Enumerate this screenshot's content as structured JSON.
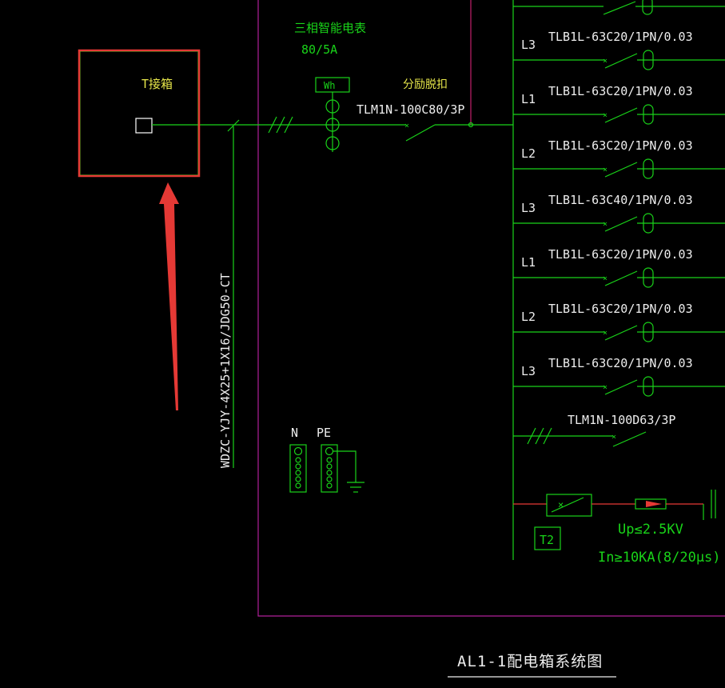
{
  "colors": {
    "background": "#000000",
    "wire": "#19d319",
    "label_yellow": "#e6e64a",
    "frame_magenta": "#b0209a",
    "highlight_red": "#e53935",
    "title_white": "#eeeeee"
  },
  "incoming": {
    "t_box_label": "T接箱",
    "cable_label": "WDZC-YJY-4X25+1X16/JDG50-CT"
  },
  "meter": {
    "name": "三相智能电表",
    "rating": "80/5A",
    "symbol": "Wh"
  },
  "main_breaker": {
    "label": "分励脱扣",
    "model": "TLM1N-100C80/3P"
  },
  "branches": [
    {
      "phase": "L3",
      "model": "TLB1L-63C20/1PN/0.03"
    },
    {
      "phase": "L1",
      "model": "TLB1L-63C20/1PN/0.03"
    },
    {
      "phase": "L2",
      "model": "TLB1L-63C20/1PN/0.03"
    },
    {
      "phase": "L3",
      "model": "TLB1L-63C40/1PN/0.03"
    },
    {
      "phase": "L1",
      "model": "TLB1L-63C20/1PN/0.03"
    },
    {
      "phase": "L2",
      "model": "TLB1L-63C20/1PN/0.03"
    },
    {
      "phase": "L3",
      "model": "TLB1L-63C20/1PN/0.03"
    }
  ],
  "spare_branch": {
    "model": "TLM1N-100D63/3P"
  },
  "surge": {
    "tag": "T2",
    "up": "Up≤2.5KV",
    "in": "In≥10KA(8/20μs)"
  },
  "terminals": {
    "n_label": "N",
    "pe_label": "PE"
  },
  "title": "AL1-1配电箱系统图"
}
